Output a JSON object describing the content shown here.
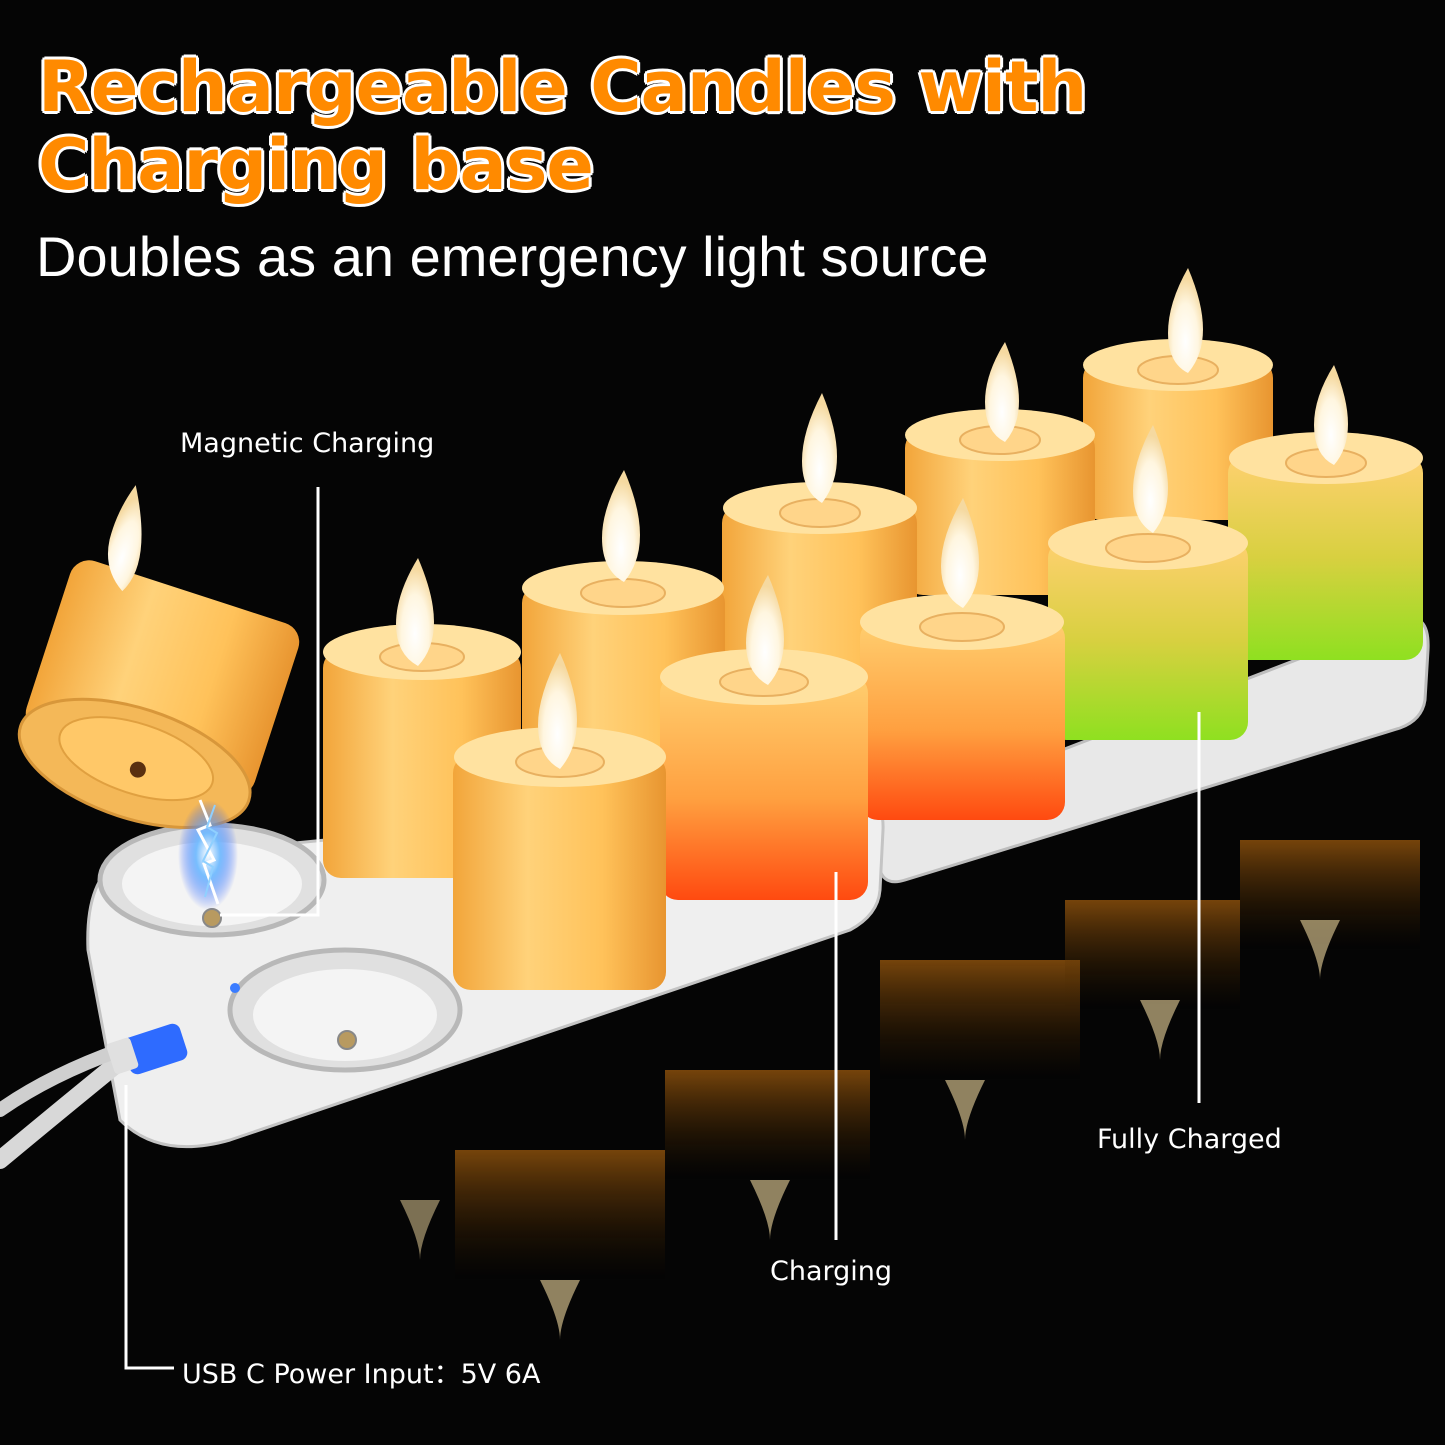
{
  "headline": {
    "line1": "Rechargeable Candles with",
    "line2": "Charging base"
  },
  "subtitle": "Doubles as an emergency light source",
  "callouts": {
    "magnetic_charging": "Magnetic Charging",
    "usb_input": "USB C Power Input：5V 6A",
    "charging": "Charging",
    "fully_charged": "Fully Charged"
  },
  "colors": {
    "headline": "#ff8a00",
    "charging_glow": "#ff4a10",
    "charged_glow": "#8fe020",
    "candle_body": "#ffc060"
  },
  "illustration": {
    "product": "rechargeable flameless tea light candles on charging base",
    "candle_count": 11,
    "icons": [
      "lightning-spark-icon",
      "usb-c-cable-icon"
    ]
  }
}
